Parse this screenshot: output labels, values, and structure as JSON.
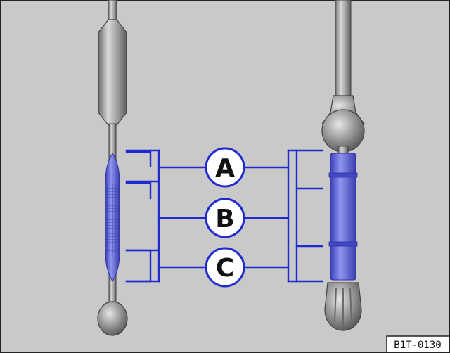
{
  "labels": {
    "a": "A",
    "b": "B",
    "c": "C"
  },
  "figure_code": "B1T-0130",
  "colors": {
    "background": "#c9c9c9",
    "frame": "#222222",
    "rod_gray": "#9a9a9a",
    "highlight_blue": "#5a5fd6",
    "leader_blue": "#1f2bd0",
    "circle_fill": "#ffffff",
    "label_text": "#111111"
  }
}
